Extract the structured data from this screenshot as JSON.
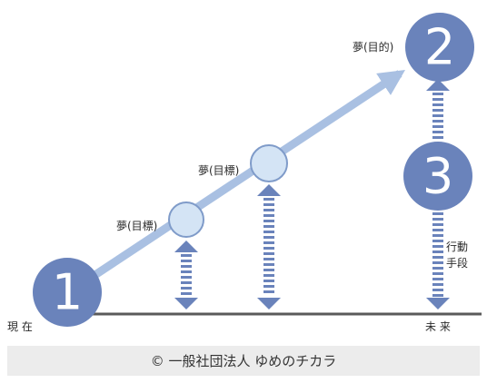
{
  "milestones": {
    "start_number": "1",
    "goal_number": "2",
    "action_number": "3"
  },
  "labels": {
    "present": "現 在",
    "future": "未 来",
    "dream_goal_lower": "夢(目標)",
    "dream_goal_upper": "夢(目標)",
    "dream_purpose": "夢(目的)",
    "action": [
      "行動",
      "手段"
    ]
  },
  "footer": {
    "copyright": "© 一般社団法人 ゆめのチカラ"
  },
  "colors": {
    "node_fill": "#6a83bb",
    "path_line": "#a9c0e2",
    "small_node_fill": "#d4e4f5",
    "small_node_stroke": "#7f9bc9",
    "dashed_arrow": "#6a83bb",
    "baseline": "#5a5a5a",
    "footer_bg": "#ececec"
  }
}
